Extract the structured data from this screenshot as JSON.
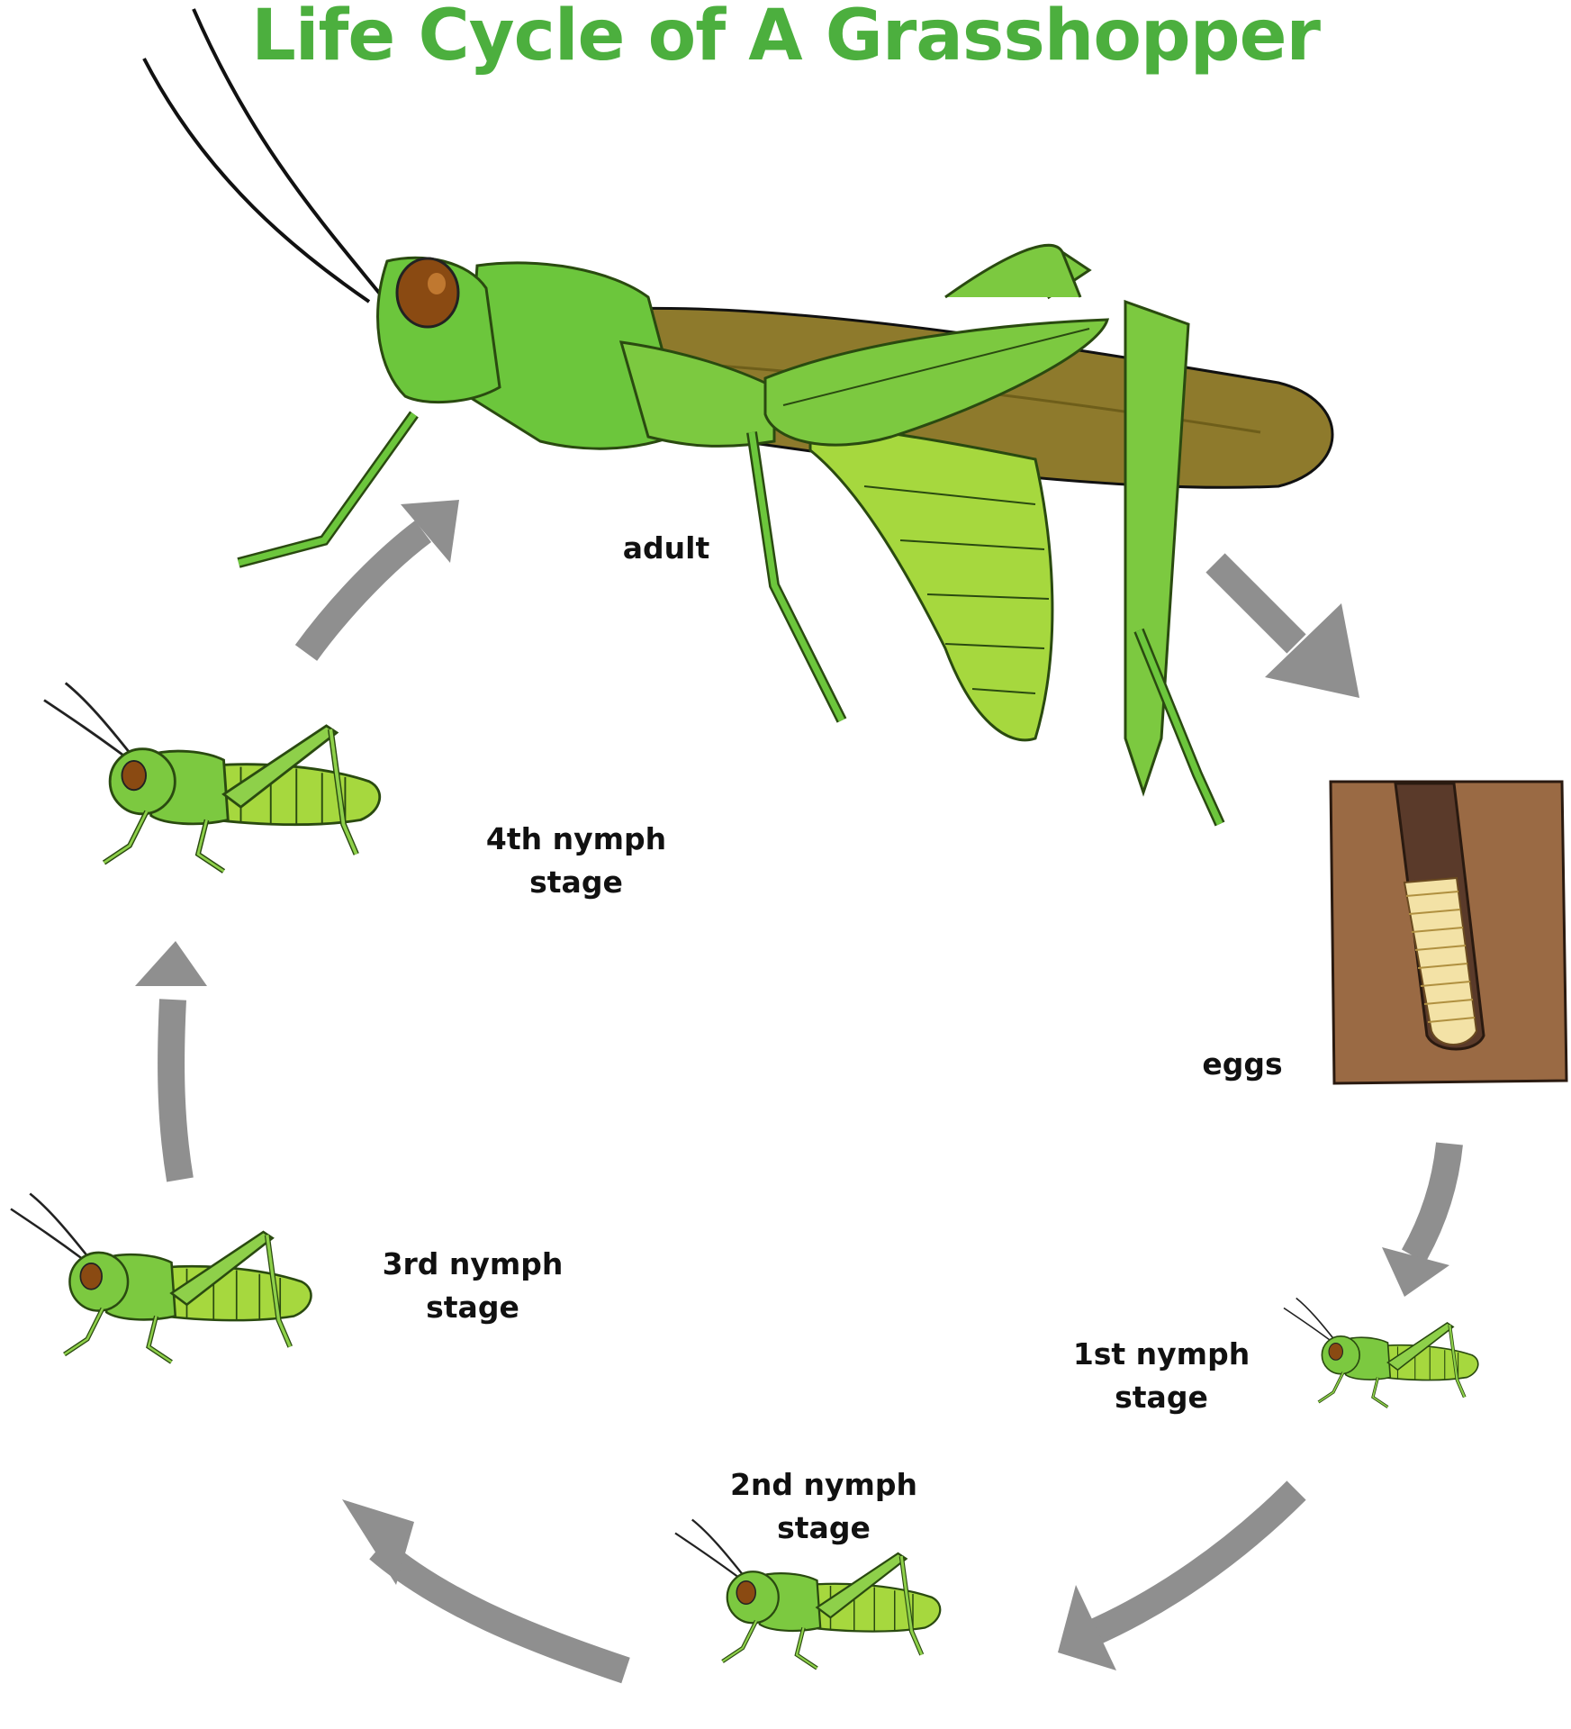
{
  "title": "Life Cycle of A Grasshopper",
  "colors": {
    "title": "#4caf3e",
    "arrow": "#8f8f8f",
    "body_green": "#6cc63c",
    "light_green": "#a6d83e",
    "wing_brown": "#8e7a2c",
    "soil": "#9a6a44",
    "burrow": "#5a3a2a",
    "egg": "#f3e2a6",
    "eye": "#8a4a12"
  },
  "stages": {
    "adult": {
      "label": "adult"
    },
    "eggs": {
      "label": "eggs"
    },
    "nymph1": {
      "line1": "1st nymph",
      "line2": "stage"
    },
    "nymph2": {
      "line1": "2nd nymph",
      "line2": "stage"
    },
    "nymph3": {
      "line1": "3rd nymph",
      "line2": "stage"
    },
    "nymph4": {
      "line1": "4th nymph",
      "line2": "stage"
    }
  },
  "icons": {
    "adult": "adult-grasshopper-icon",
    "eggs": "egg-pod-icon",
    "nymph": "nymph-grasshopper-icon",
    "arrow": "cycle-arrow-icon"
  }
}
